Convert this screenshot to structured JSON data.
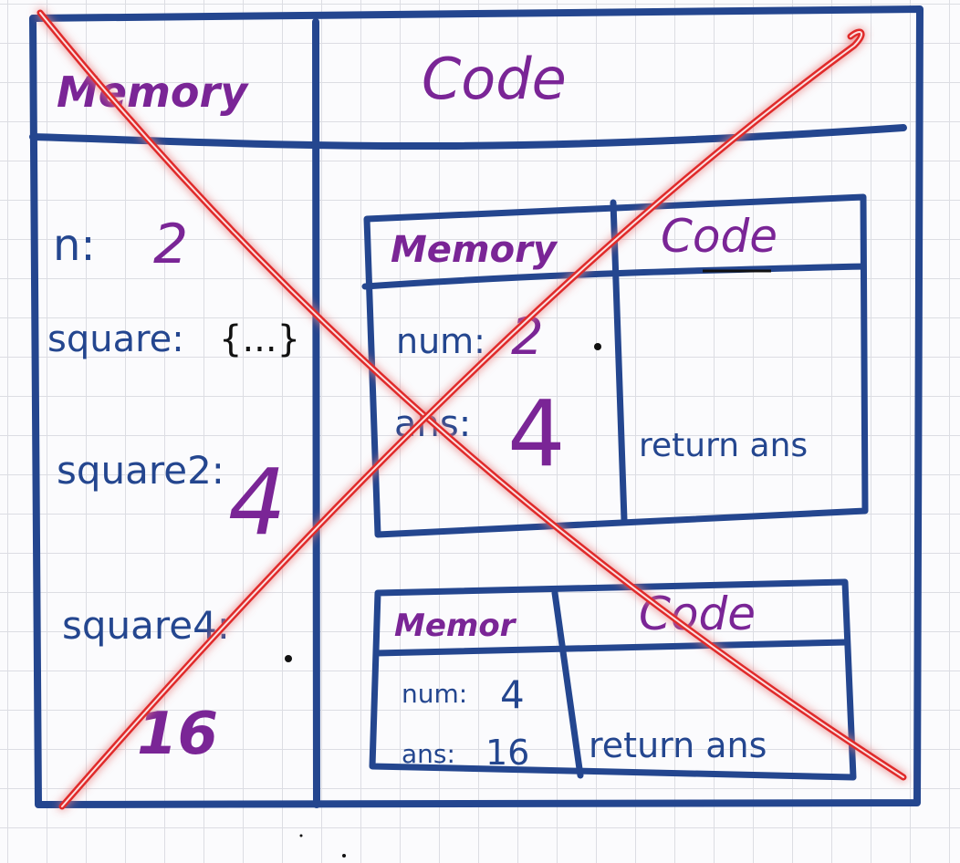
{
  "outer": {
    "memory_header": "Memory",
    "code_header": "Code",
    "vars": [
      {
        "name": "n:",
        "value": "2"
      },
      {
        "name": "square:",
        "value": "{...}"
      },
      {
        "name": "square2:",
        "value": "4"
      },
      {
        "name": "square4:",
        "value": "16"
      }
    ]
  },
  "context_one": {
    "memory_header": "Memory",
    "code_header": "Code",
    "vars": [
      {
        "name": "num:",
        "value": "2"
      },
      {
        "name": "ans:",
        "value": "4"
      }
    ],
    "code_line": "return ans"
  },
  "context_two": {
    "memory_header": "Memor",
    "code_header": "Code",
    "vars": [
      {
        "name": "num:",
        "value": "4"
      },
      {
        "name": "ans:",
        "value": "16"
      }
    ],
    "code_line": "return ans"
  },
  "colors": {
    "ink_blue": "#24468f",
    "ink_purple": "#7a2596",
    "ink_black": "#111111",
    "cross_red": "#e02a2a"
  }
}
